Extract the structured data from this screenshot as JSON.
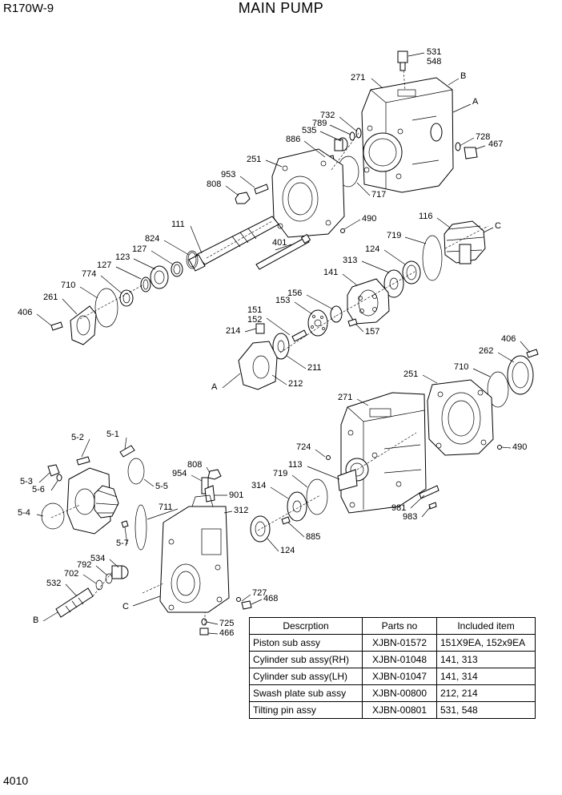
{
  "header": {
    "model": "R170W-9",
    "title": "MAIN PUMP"
  },
  "page_number": "4010",
  "diagram": {
    "labels": [
      {
        "id": "531",
        "text": "531"
      },
      {
        "id": "548",
        "text": "548"
      },
      {
        "id": "271a",
        "text": "271"
      },
      {
        "id": "Ba",
        "text": "B"
      },
      {
        "id": "Aa",
        "text": "A"
      },
      {
        "id": "732",
        "text": "732"
      },
      {
        "id": "789",
        "text": "789"
      },
      {
        "id": "535",
        "text": "535"
      },
      {
        "id": "886",
        "text": "886"
      },
      {
        "id": "728",
        "text": "728"
      },
      {
        "id": "467",
        "text": "467"
      },
      {
        "id": "251a",
        "text": "251"
      },
      {
        "id": "953",
        "text": "953"
      },
      {
        "id": "808a",
        "text": "808"
      },
      {
        "id": "717",
        "text": "717"
      },
      {
        "id": "490a",
        "text": "490"
      },
      {
        "id": "116",
        "text": "116"
      },
      {
        "id": "Ca",
        "text": "C"
      },
      {
        "id": "111",
        "text": "111"
      },
      {
        "id": "824",
        "text": "824"
      },
      {
        "id": "401",
        "text": "401"
      },
      {
        "id": "719a",
        "text": "719"
      },
      {
        "id": "124a",
        "text": "124"
      },
      {
        "id": "127a",
        "text": "127"
      },
      {
        "id": "123",
        "text": "123"
      },
      {
        "id": "127b",
        "text": "127"
      },
      {
        "id": "313",
        "text": "313"
      },
      {
        "id": "774",
        "text": "774"
      },
      {
        "id": "141",
        "text": "141"
      },
      {
        "id": "710a",
        "text": "710"
      },
      {
        "id": "156",
        "text": "156"
      },
      {
        "id": "261a",
        "text": "261"
      },
      {
        "id": "153",
        "text": "153"
      },
      {
        "id": "406a",
        "text": "406"
      },
      {
        "id": "151",
        "text": "151"
      },
      {
        "id": "152",
        "text": "152"
      },
      {
        "id": "157",
        "text": "157"
      },
      {
        "id": "214",
        "text": "214"
      },
      {
        "id": "406b",
        "text": "406"
      },
      {
        "id": "262",
        "text": "262"
      },
      {
        "id": "211",
        "text": "211"
      },
      {
        "id": "251b",
        "text": "251"
      },
      {
        "id": "710b",
        "text": "710"
      },
      {
        "id": "Ab",
        "text": "A"
      },
      {
        "id": "212",
        "text": "212"
      },
      {
        "id": "271b",
        "text": "271"
      },
      {
        "id": "5-2",
        "text": "5-2"
      },
      {
        "id": "5-1",
        "text": "5-1"
      },
      {
        "id": "724",
        "text": "724"
      },
      {
        "id": "490b",
        "text": "490"
      },
      {
        "id": "113",
        "text": "113"
      },
      {
        "id": "808b",
        "text": "808"
      },
      {
        "id": "954",
        "text": "954"
      },
      {
        "id": "5-3",
        "text": "5-3"
      },
      {
        "id": "5-6",
        "text": "5-6"
      },
      {
        "id": "719b",
        "text": "719"
      },
      {
        "id": "5-5",
        "text": "5-5"
      },
      {
        "id": "314",
        "text": "314"
      },
      {
        "id": "901",
        "text": "901"
      },
      {
        "id": "5-4",
        "text": "5-4"
      },
      {
        "id": "711",
        "text": "711"
      },
      {
        "id": "312",
        "text": "312"
      },
      {
        "id": "981",
        "text": "981"
      },
      {
        "id": "983",
        "text": "983"
      },
      {
        "id": "5-7",
        "text": "5-7"
      },
      {
        "id": "885",
        "text": "885"
      },
      {
        "id": "534",
        "text": "534"
      },
      {
        "id": "792",
        "text": "792"
      },
      {
        "id": "124b",
        "text": "124"
      },
      {
        "id": "702",
        "text": "702"
      },
      {
        "id": "532",
        "text": "532"
      },
      {
        "id": "727",
        "text": "727"
      },
      {
        "id": "468",
        "text": "468"
      },
      {
        "id": "Cb",
        "text": "C"
      },
      {
        "id": "Bb",
        "text": "B"
      },
      {
        "id": "725",
        "text": "725"
      },
      {
        "id": "466",
        "text": "466"
      }
    ]
  },
  "table": {
    "headers": [
      "Descrption",
      "Parts no",
      "Included item"
    ],
    "rows": [
      [
        "Piston sub assy",
        "XJBN-01572",
        "151X9EA, 152x9EA"
      ],
      [
        "Cylinder sub assy(RH)",
        "XJBN-01048",
        "141, 313"
      ],
      [
        "Cylinder sub assy(LH)",
        "XJBN-01047",
        "141, 314"
      ],
      [
        "Swash plate sub assy",
        "XJBN-00800",
        "212, 214"
      ],
      [
        "Tilting pin assy",
        "XJBN-00801",
        "531, 548"
      ]
    ]
  }
}
